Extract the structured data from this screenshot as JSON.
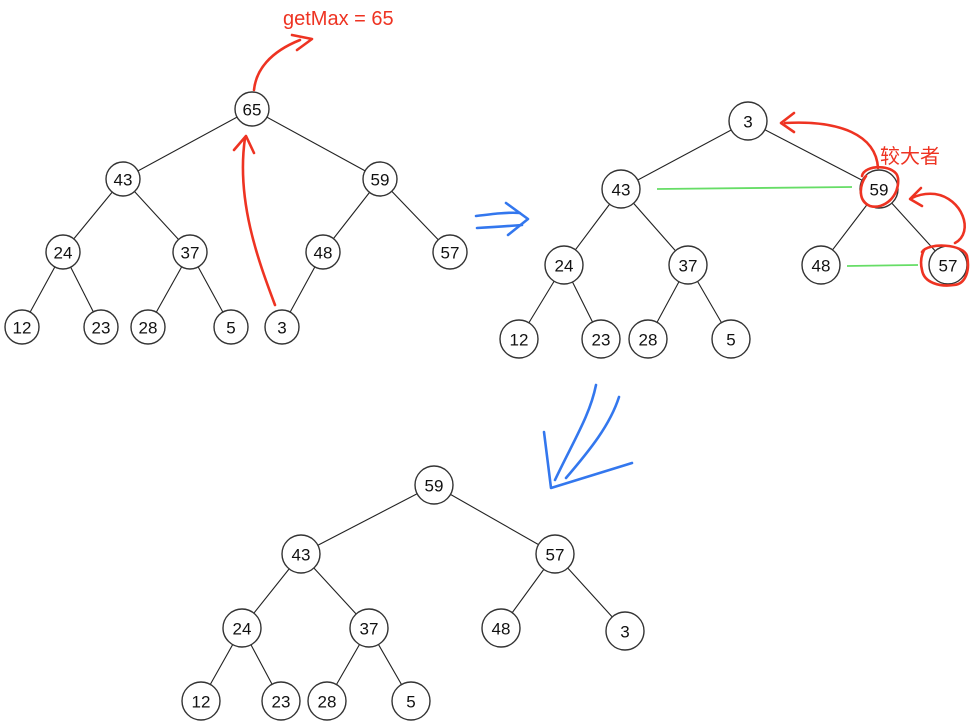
{
  "annotations": {
    "get_max_label": "getMax = 65",
    "larger_label": "较大者"
  },
  "colors": {
    "annotation_red": "#ee3322",
    "annotation_blue": "#3377ee",
    "compare_line_green": "#66dd66"
  },
  "trees": [
    {
      "id": "before",
      "nodes": [
        {
          "id": "n65",
          "label": "65"
        },
        {
          "id": "n43",
          "label": "43"
        },
        {
          "id": "n59",
          "label": "59"
        },
        {
          "id": "n24",
          "label": "24"
        },
        {
          "id": "n37",
          "label": "37"
        },
        {
          "id": "n48",
          "label": "48"
        },
        {
          "id": "n57",
          "label": "57"
        },
        {
          "id": "n12",
          "label": "12"
        },
        {
          "id": "n23",
          "label": "23"
        },
        {
          "id": "n28",
          "label": "28"
        },
        {
          "id": "n5",
          "label": "5"
        },
        {
          "id": "n3",
          "label": "3"
        }
      ],
      "edges": [
        [
          "n65",
          "n43"
        ],
        [
          "n65",
          "n59"
        ],
        [
          "n43",
          "n24"
        ],
        [
          "n43",
          "n37"
        ],
        [
          "n59",
          "n48"
        ],
        [
          "n59",
          "n57"
        ],
        [
          "n24",
          "n12"
        ],
        [
          "n24",
          "n23"
        ],
        [
          "n37",
          "n28"
        ],
        [
          "n37",
          "n5"
        ],
        [
          "n48",
          "n3"
        ]
      ]
    },
    {
      "id": "sift",
      "nodes": [
        {
          "id": "n3",
          "label": "3"
        },
        {
          "id": "n43",
          "label": "43"
        },
        {
          "id": "n59",
          "label": "59"
        },
        {
          "id": "n24",
          "label": "24"
        },
        {
          "id": "n37",
          "label": "37"
        },
        {
          "id": "n48",
          "label": "48"
        },
        {
          "id": "n57",
          "label": "57"
        },
        {
          "id": "n12",
          "label": "12"
        },
        {
          "id": "n23",
          "label": "23"
        },
        {
          "id": "n28",
          "label": "28"
        },
        {
          "id": "n5",
          "label": "5"
        }
      ],
      "edges": [
        [
          "n3",
          "n43"
        ],
        [
          "n3",
          "n59"
        ],
        [
          "n43",
          "n24"
        ],
        [
          "n43",
          "n37"
        ],
        [
          "n59",
          "n48"
        ],
        [
          "n59",
          "n57"
        ],
        [
          "n24",
          "n12"
        ],
        [
          "n24",
          "n23"
        ],
        [
          "n37",
          "n28"
        ],
        [
          "n37",
          "n5"
        ]
      ]
    },
    {
      "id": "after",
      "nodes": [
        {
          "id": "n59",
          "label": "59"
        },
        {
          "id": "n43",
          "label": "43"
        },
        {
          "id": "n57",
          "label": "57"
        },
        {
          "id": "n24",
          "label": "24"
        },
        {
          "id": "n37",
          "label": "37"
        },
        {
          "id": "n48",
          "label": "48"
        },
        {
          "id": "n3",
          "label": "3"
        },
        {
          "id": "n12",
          "label": "12"
        },
        {
          "id": "n23",
          "label": "23"
        },
        {
          "id": "n28",
          "label": "28"
        },
        {
          "id": "n5",
          "label": "5"
        }
      ],
      "edges": [
        [
          "n59",
          "n43"
        ],
        [
          "n59",
          "n57"
        ],
        [
          "n43",
          "n24"
        ],
        [
          "n43",
          "n37"
        ],
        [
          "n57",
          "n48"
        ],
        [
          "n57",
          "n3"
        ],
        [
          "n24",
          "n12"
        ],
        [
          "n24",
          "n23"
        ],
        [
          "n37",
          "n28"
        ],
        [
          "n37",
          "n5"
        ]
      ]
    }
  ]
}
